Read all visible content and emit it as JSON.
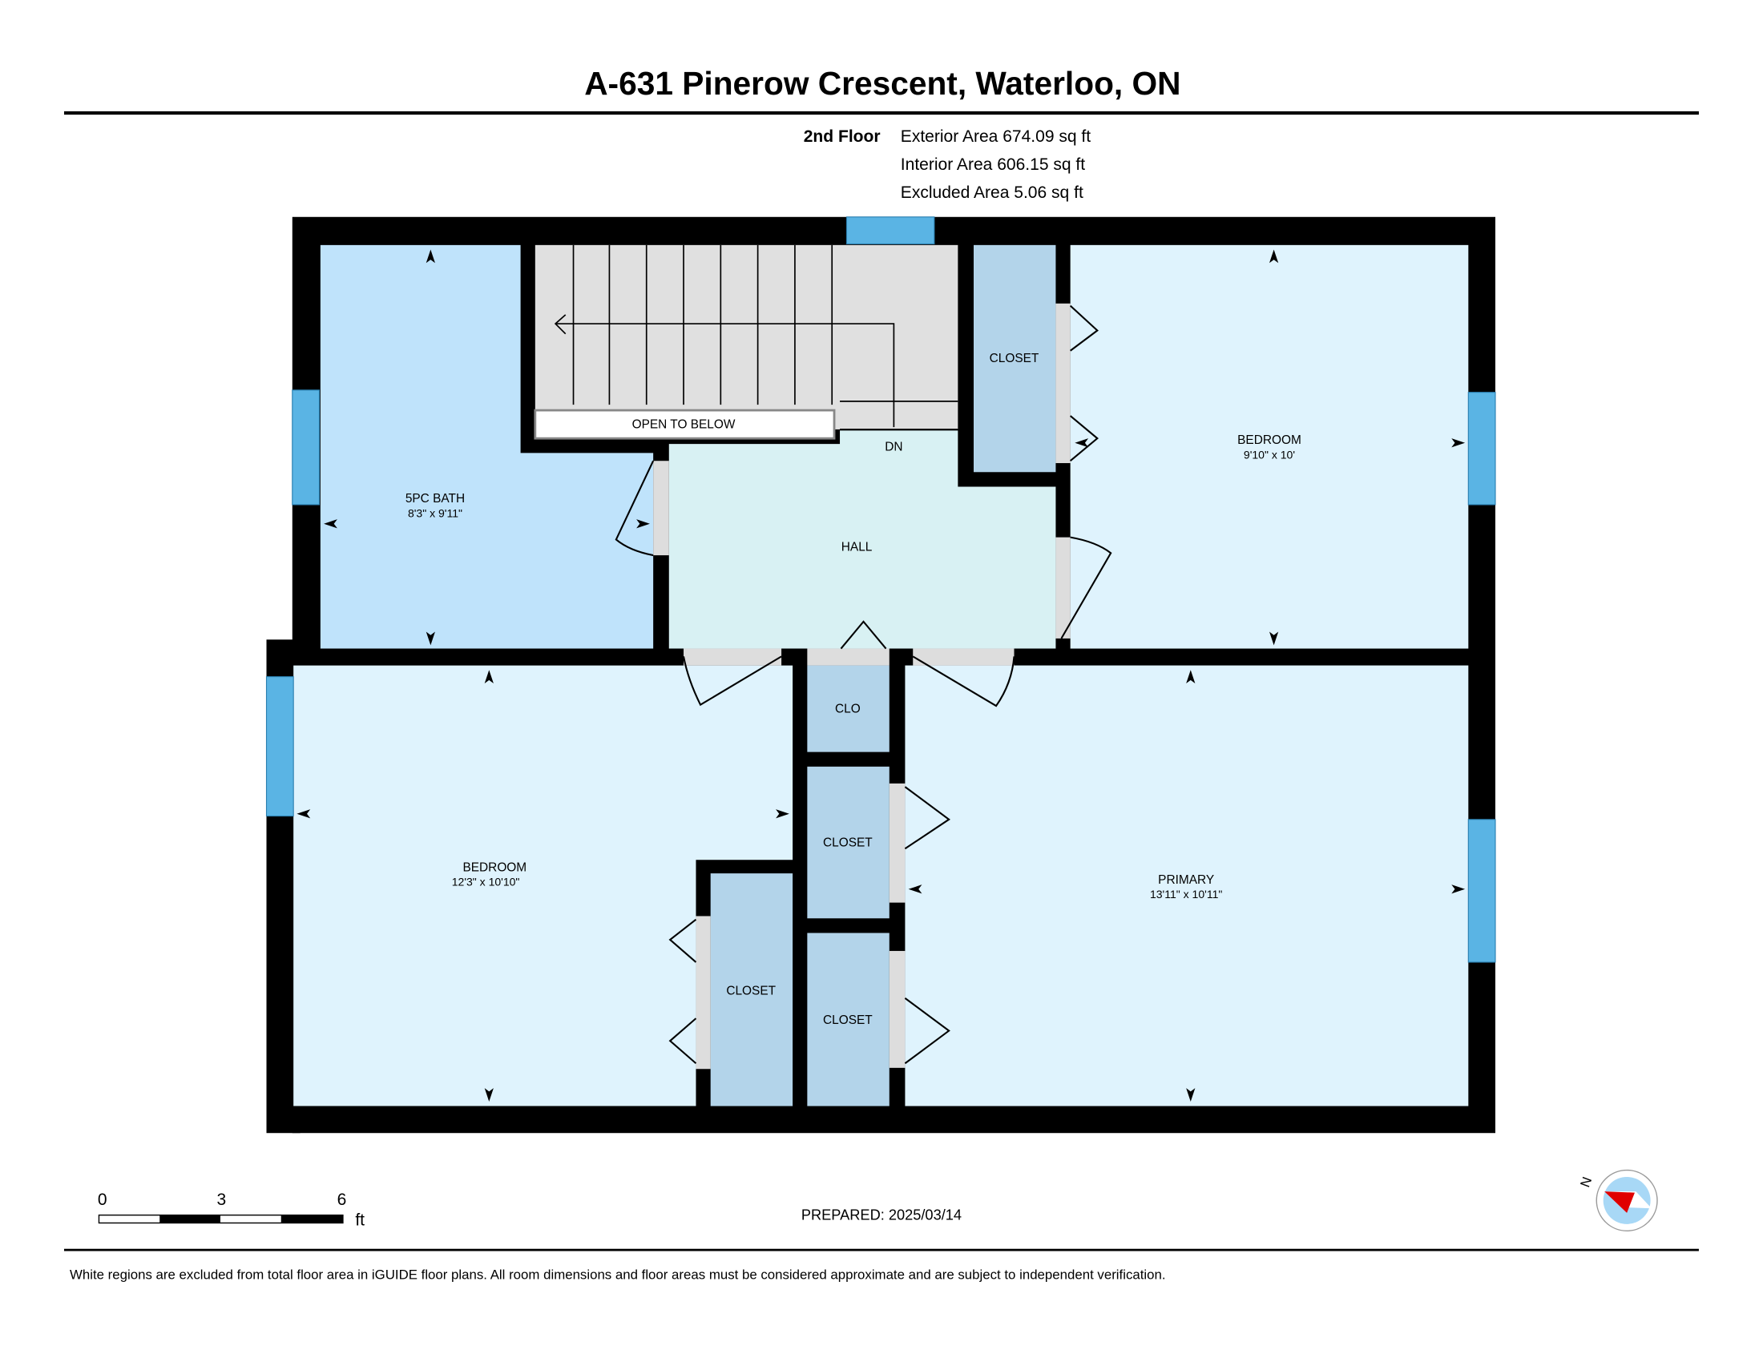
{
  "title": "A-631 Pinerow Crescent, Waterloo, ON",
  "floor": {
    "name": "2nd Floor",
    "exterior_area": "Exterior Area 674.09 sq ft",
    "interior_area": "Interior Area 606.15 sq ft",
    "excluded_area": "Excluded Area 5.06 sq ft"
  },
  "rooms": {
    "bath": {
      "name": "5PC BATH",
      "dims": "8'3\" x 9'11\""
    },
    "open_to_below": "OPEN TO BELOW",
    "stairs": "DN",
    "hall": "HALL",
    "closet_top": "CLOSET",
    "bedroom_right": {
      "name": "BEDROOM",
      "dims": "9'10\" x 10'"
    },
    "bedroom_left": {
      "name": "BEDROOM",
      "dims": "12'3\" x 10'10\""
    },
    "closet_left": "CLOSET",
    "clo": "CLO",
    "closet_mid": "CLOSET",
    "closet_low": "CLOSET",
    "primary": {
      "name": "PRIMARY",
      "dims": "13'11\" x 10'11\""
    }
  },
  "scale_bar": {
    "labels": [
      "0",
      "3",
      "6"
    ],
    "unit": "ft"
  },
  "prepared": "PREPARED: 2025/03/14",
  "compass": {
    "label": "N"
  },
  "footer": "White regions are excluded from total floor area in iGUIDE floor plans. All room dimensions and floor areas must be considered approximate and are subject to independent verification.",
  "colors": {
    "wall": "#000000",
    "window": "#5ab4e4",
    "bath": "#bfe3fb",
    "bedroom": "#dff3fd",
    "hall": "#d8f1f3",
    "closet": "#b3d4ea",
    "stairs": "#e0e0e0"
  }
}
